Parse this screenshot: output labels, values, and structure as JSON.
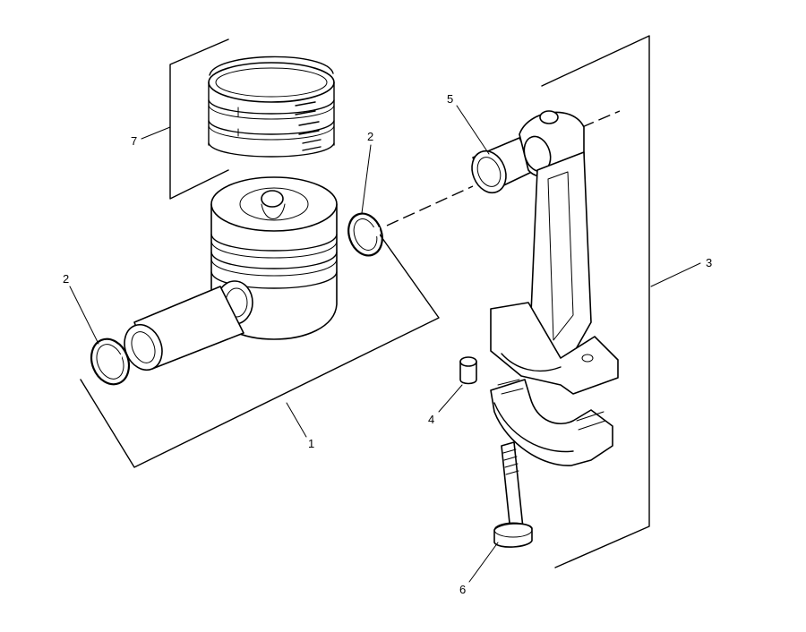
{
  "diagram": {
    "callouts": [
      {
        "id": "callout-1",
        "text": "1"
      },
      {
        "id": "callout-2-left",
        "text": "2"
      },
      {
        "id": "callout-2-right",
        "text": "2"
      },
      {
        "id": "callout-3",
        "text": "3"
      },
      {
        "id": "callout-4",
        "text": "4"
      },
      {
        "id": "callout-5",
        "text": "5"
      },
      {
        "id": "callout-6",
        "text": "6"
      },
      {
        "id": "callout-7",
        "text": "7"
      }
    ],
    "parts": [
      "piston-assembly",
      "circlip-left",
      "circlip-right",
      "connecting-rod",
      "dowel",
      "small-end-bush",
      "big-end-bolt",
      "piston-rings"
    ]
  }
}
